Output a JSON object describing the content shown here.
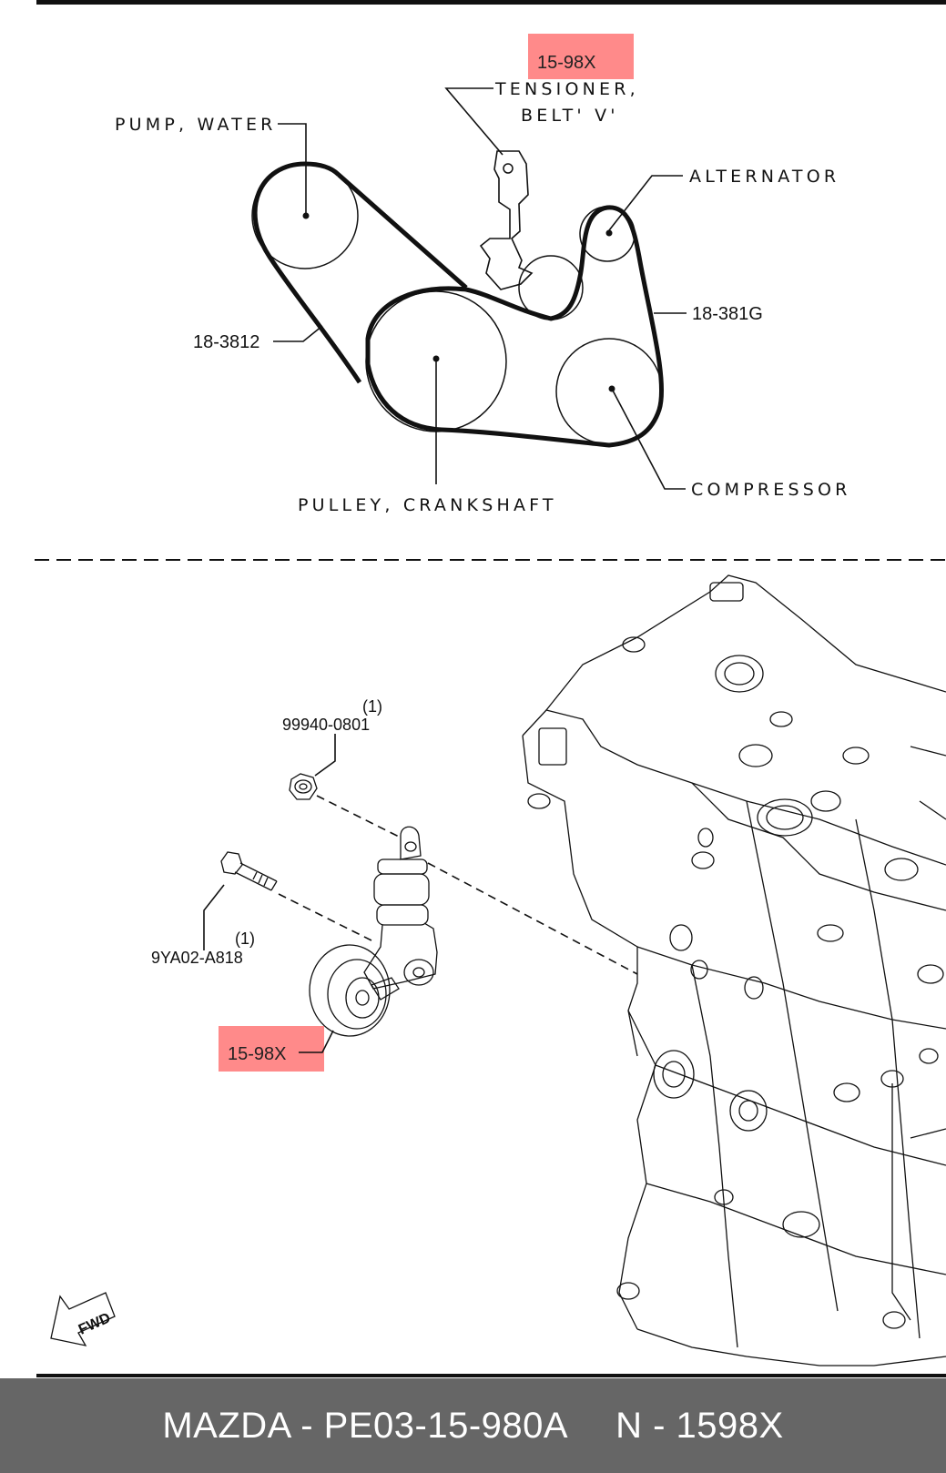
{
  "diagram": {
    "belt_routing": {
      "tensioner_ref": "15-98X",
      "tensioner_label_1": "TENSIONER,",
      "tensioner_label_2": "BELT' V'",
      "water_pump": "PUMP, WATER",
      "alternator": "ALTERNATOR",
      "belt_left": "18-3812",
      "belt_right": "18-381G",
      "crankshaft": "PULLEY, CRANKSHAFT",
      "compressor": "COMPRESSOR"
    },
    "exploded_view": {
      "nut_qty": "(1)",
      "nut_part": "99940-0801",
      "bolt_qty": "(1)",
      "bolt_part": "9YA02-A818",
      "tensioner_ref": "15-98X",
      "fwd": "FWD"
    },
    "highlight_color": "#ff8080"
  },
  "footer": {
    "part_number": "MAZDA - PE03-15-980A",
    "ref_number": "N - 1598X"
  }
}
